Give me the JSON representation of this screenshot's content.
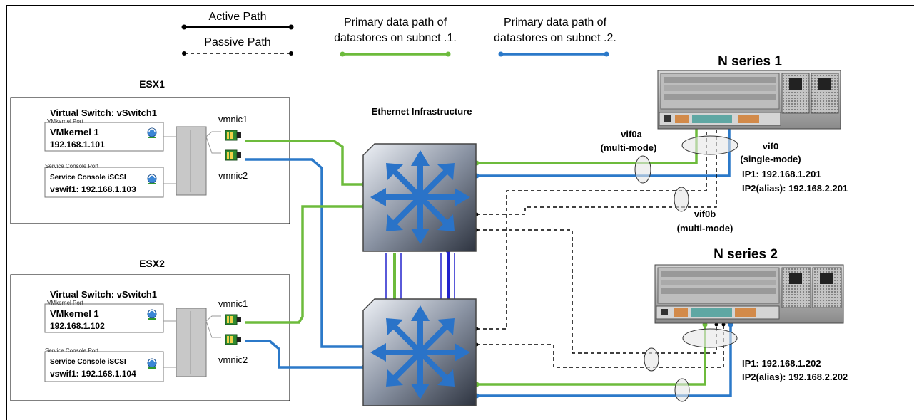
{
  "legend": {
    "active_path": "Active Path",
    "passive_path": "Passive Path",
    "primary_subnet1_line1": "Primary data path of",
    "primary_subnet1_line2": "datastores on subnet .1.",
    "primary_subnet2_line1": "Primary data path of",
    "primary_subnet2_line2": "datastores on subnet .2."
  },
  "colors": {
    "active": "#000000",
    "subnet1": "#6dbb3c",
    "subnet2": "#2b79c9",
    "interconnect": "#2222cc"
  },
  "icons": {
    "switch": "multi-arrow-switch-icon",
    "nic": "nic-card-icon",
    "port": "network-port-icon",
    "storage": "storage-chassis-icon"
  },
  "esx1": {
    "title": "ESX1",
    "vswitch": "Virtual Switch: vSwitch1",
    "vmk_caption": "VMkernel Port",
    "vmk_name": "VMkernel 1",
    "vmk_ip": "192.168.1.101",
    "sc_caption": "Service Console Port",
    "sc_name": "Service Console iSCSI",
    "sc_ip": "vswif1: 192.168.1.103",
    "nic1": "vmnic1",
    "nic2": "vmnic2"
  },
  "esx2": {
    "title": "ESX2",
    "vswitch": "Virtual Switch: vSwitch1",
    "vmk_caption": "VMkernel Port",
    "vmk_name": "VMkernel 1",
    "vmk_ip": "192.168.1.102",
    "sc_caption": "Service Console Port",
    "sc_name": "Service Console iSCSI",
    "sc_ip": "vswif1: 192.168.1.104",
    "nic1": "vmnic1",
    "nic2": "vmnic2"
  },
  "ethernet": {
    "title": "Ethernet Infrastructure"
  },
  "nseries1": {
    "title": "N series 1",
    "vif0a": "vif0a",
    "vif0a_mode": "(multi-mode)",
    "vif0": "vif0",
    "vif0_mode": "(single-mode)",
    "vif0b": "vif0b",
    "vif0b_mode": "(multi-mode)",
    "ip1": "IP1:  192.168.1.201",
    "ip2": "IP2(alias):  192.168.2.201"
  },
  "nseries2": {
    "title": "N series 2",
    "ip1": "IP1:  192.168.1.202",
    "ip2": "IP2(alias):  192.168.2.202"
  }
}
